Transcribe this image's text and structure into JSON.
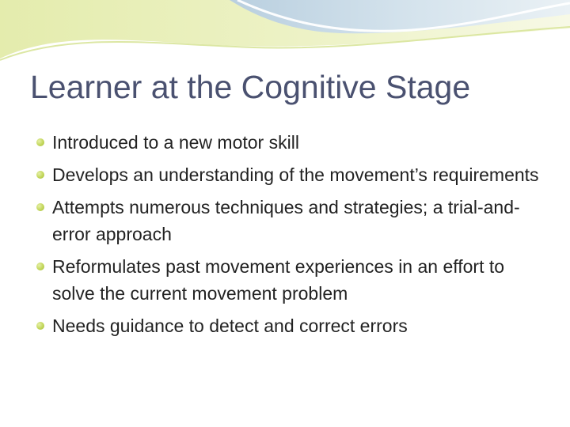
{
  "slide": {
    "title": "Learner at the Cognitive Stage",
    "bullets": [
      "Introduced to a new motor skill",
      "Develops an understanding of the movement’s requirements",
      "Attempts numerous techniques and strategies; a trial-and-error approach",
      "Reformulates past movement experiences in an effort to solve the current movement problem",
      "Needs guidance to detect and correct errors"
    ]
  },
  "colors": {
    "title": "#4a5170",
    "text": "#222222",
    "bullet_accent": "#c2d65a",
    "wave_green": "#dde89c",
    "wave_blue": "#c9dbe7"
  },
  "icons": {
    "bullet": "round-bullet-icon"
  }
}
